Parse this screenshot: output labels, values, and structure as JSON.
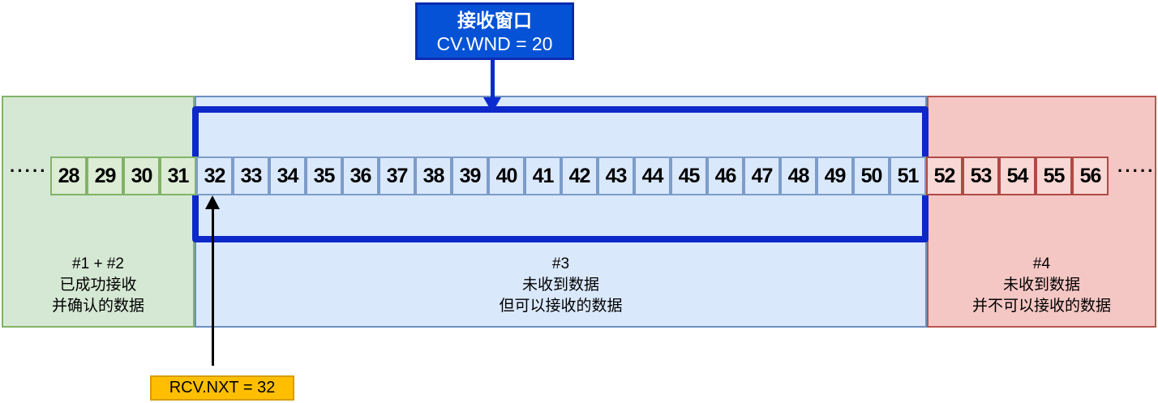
{
  "top_label": {
    "line1": "接收窗口",
    "line2": "CV.WND = 20"
  },
  "ellipsis_left": "·····",
  "ellipsis_right": "·····",
  "sequence": {
    "green_cells": [
      28,
      29,
      30,
      31
    ],
    "blue_cells": [
      32,
      33,
      34,
      35,
      36,
      37,
      38,
      39,
      40,
      41,
      42,
      43,
      44,
      45,
      46,
      47,
      48,
      49,
      50,
      51
    ],
    "red_cells": [
      52,
      53,
      54,
      55,
      56
    ]
  },
  "region_labels": {
    "green": [
      "#1 + #2",
      "已成功接收",
      "并确认的数据"
    ],
    "blue": [
      "#3",
      "未收到数据",
      "但可以接收的数据"
    ],
    "red": [
      "#4",
      "未收到数据",
      "并不可以接收的数据"
    ]
  },
  "rcv_next": {
    "label": "RCV.NXT = 32"
  },
  "colors": {
    "window_border": "#0d28c8",
    "top_label_bg": "#0552d6",
    "top_label_border": "#0b2bb0",
    "green_fill": "#d5e8d4",
    "green_border": "#82b366",
    "blue_fill": "#dae8fc",
    "blue_border": "#6c8ebf",
    "red_fill": "#f4c7c4",
    "red_border": "#b85450",
    "rcv_next_bg": "#ffbf00",
    "rcv_next_border": "#d79b00",
    "arrow_black": "#000000"
  }
}
